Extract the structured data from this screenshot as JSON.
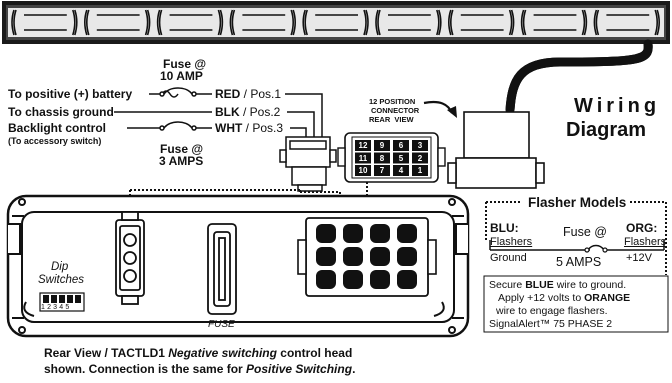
{
  "fuse_top": {
    "line1": "Fuse @",
    "line2": "10 AMP"
  },
  "fuse_bottom": {
    "line1": "Fuse @",
    "line2": "3 AMPS"
  },
  "wires_left": [
    {
      "label": "To positive (+) battery",
      "color": "RED",
      "pos": " / Pos.1"
    },
    {
      "label": "To chassis ground",
      "color": "BLK",
      "pos": " / Pos.2"
    },
    {
      "label": "Backlight control",
      "sub": "(To accessory switch)",
      "color": "WHT",
      "pos": " / Pos.3"
    }
  ],
  "connector": {
    "title_lines": [
      "12 POSITION",
      "CONNECTOR",
      "REAR  VIEW"
    ],
    "pins": [
      "12",
      "9",
      "6",
      "3",
      "11",
      "8",
      "5",
      "2",
      "10",
      "7",
      "4",
      "1"
    ]
  },
  "wiring_title": {
    "line1": "Wiring",
    "line2": "Diagram"
  },
  "flasher": {
    "title": "Flasher Models",
    "blu": {
      "name": "BLU:",
      "line1": "Flashers",
      "line2": "Ground"
    },
    "fuse": {
      "line1": "Fuse @",
      "line2": "5 AMPS"
    },
    "org": {
      "name": "ORG:",
      "line1": "Flashers",
      "line2": "+12V"
    },
    "note": {
      "l1a": "Secure ",
      "l1b": "BLUE",
      "l1c": " wire to ground.",
      "l2a": "Apply +12 volts to ",
      "l2b": "ORANGE",
      "l3": "wire to engage flashers.",
      "l4": "SignalAlert™ 75 PHASE 2"
    }
  },
  "head": {
    "dip_line1": "Dip",
    "dip_line2": "Switches",
    "dip_numbers": "12345",
    "fuse_label": "FUSE"
  },
  "caption": {
    "l1a": "Rear View / TACTLD1 ",
    "l1b": "Negative switching",
    "l1c": " control head",
    "l2a": "shown. Connection is the same for ",
    "l2b": "Positive Switching",
    "l2c": "."
  }
}
